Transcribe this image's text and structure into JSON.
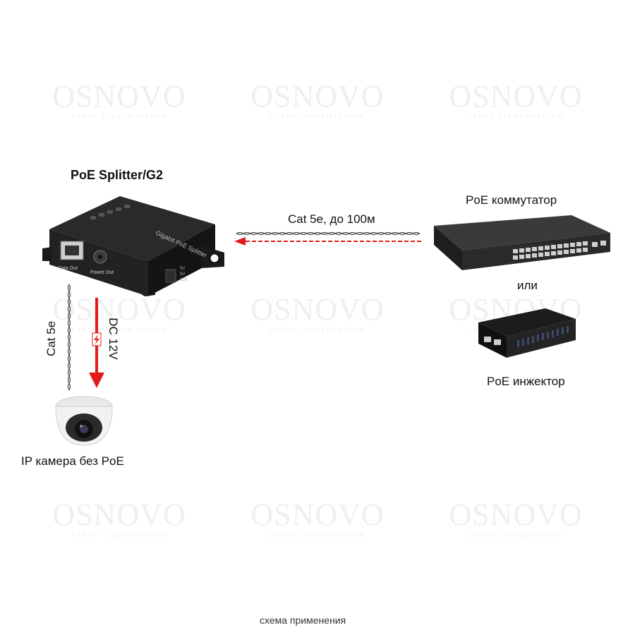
{
  "watermark": {
    "brand": "OSNOVO",
    "tagline": "cable transmission"
  },
  "splitter": {
    "title": "PoE Splitter/G2",
    "device_text": "Gigabit PoE Splitter",
    "port_data_label": "Data Out",
    "port_power_label": "Power Out",
    "side_labels": [
      "5V",
      "9V",
      "12V"
    ]
  },
  "link": {
    "label": "Cat 5e, до 100м"
  },
  "switch": {
    "label": "PoE коммутатор"
  },
  "or_text": "или",
  "injector": {
    "label": "PoE инжектор"
  },
  "cat5e_vertical": "Cat 5e",
  "dc_vertical": "DC 12V",
  "camera": {
    "label": "IP камера без PoE"
  },
  "caption": "схема применения",
  "colors": {
    "arrow": "#e21a1a",
    "device": "#1b1b1b"
  }
}
